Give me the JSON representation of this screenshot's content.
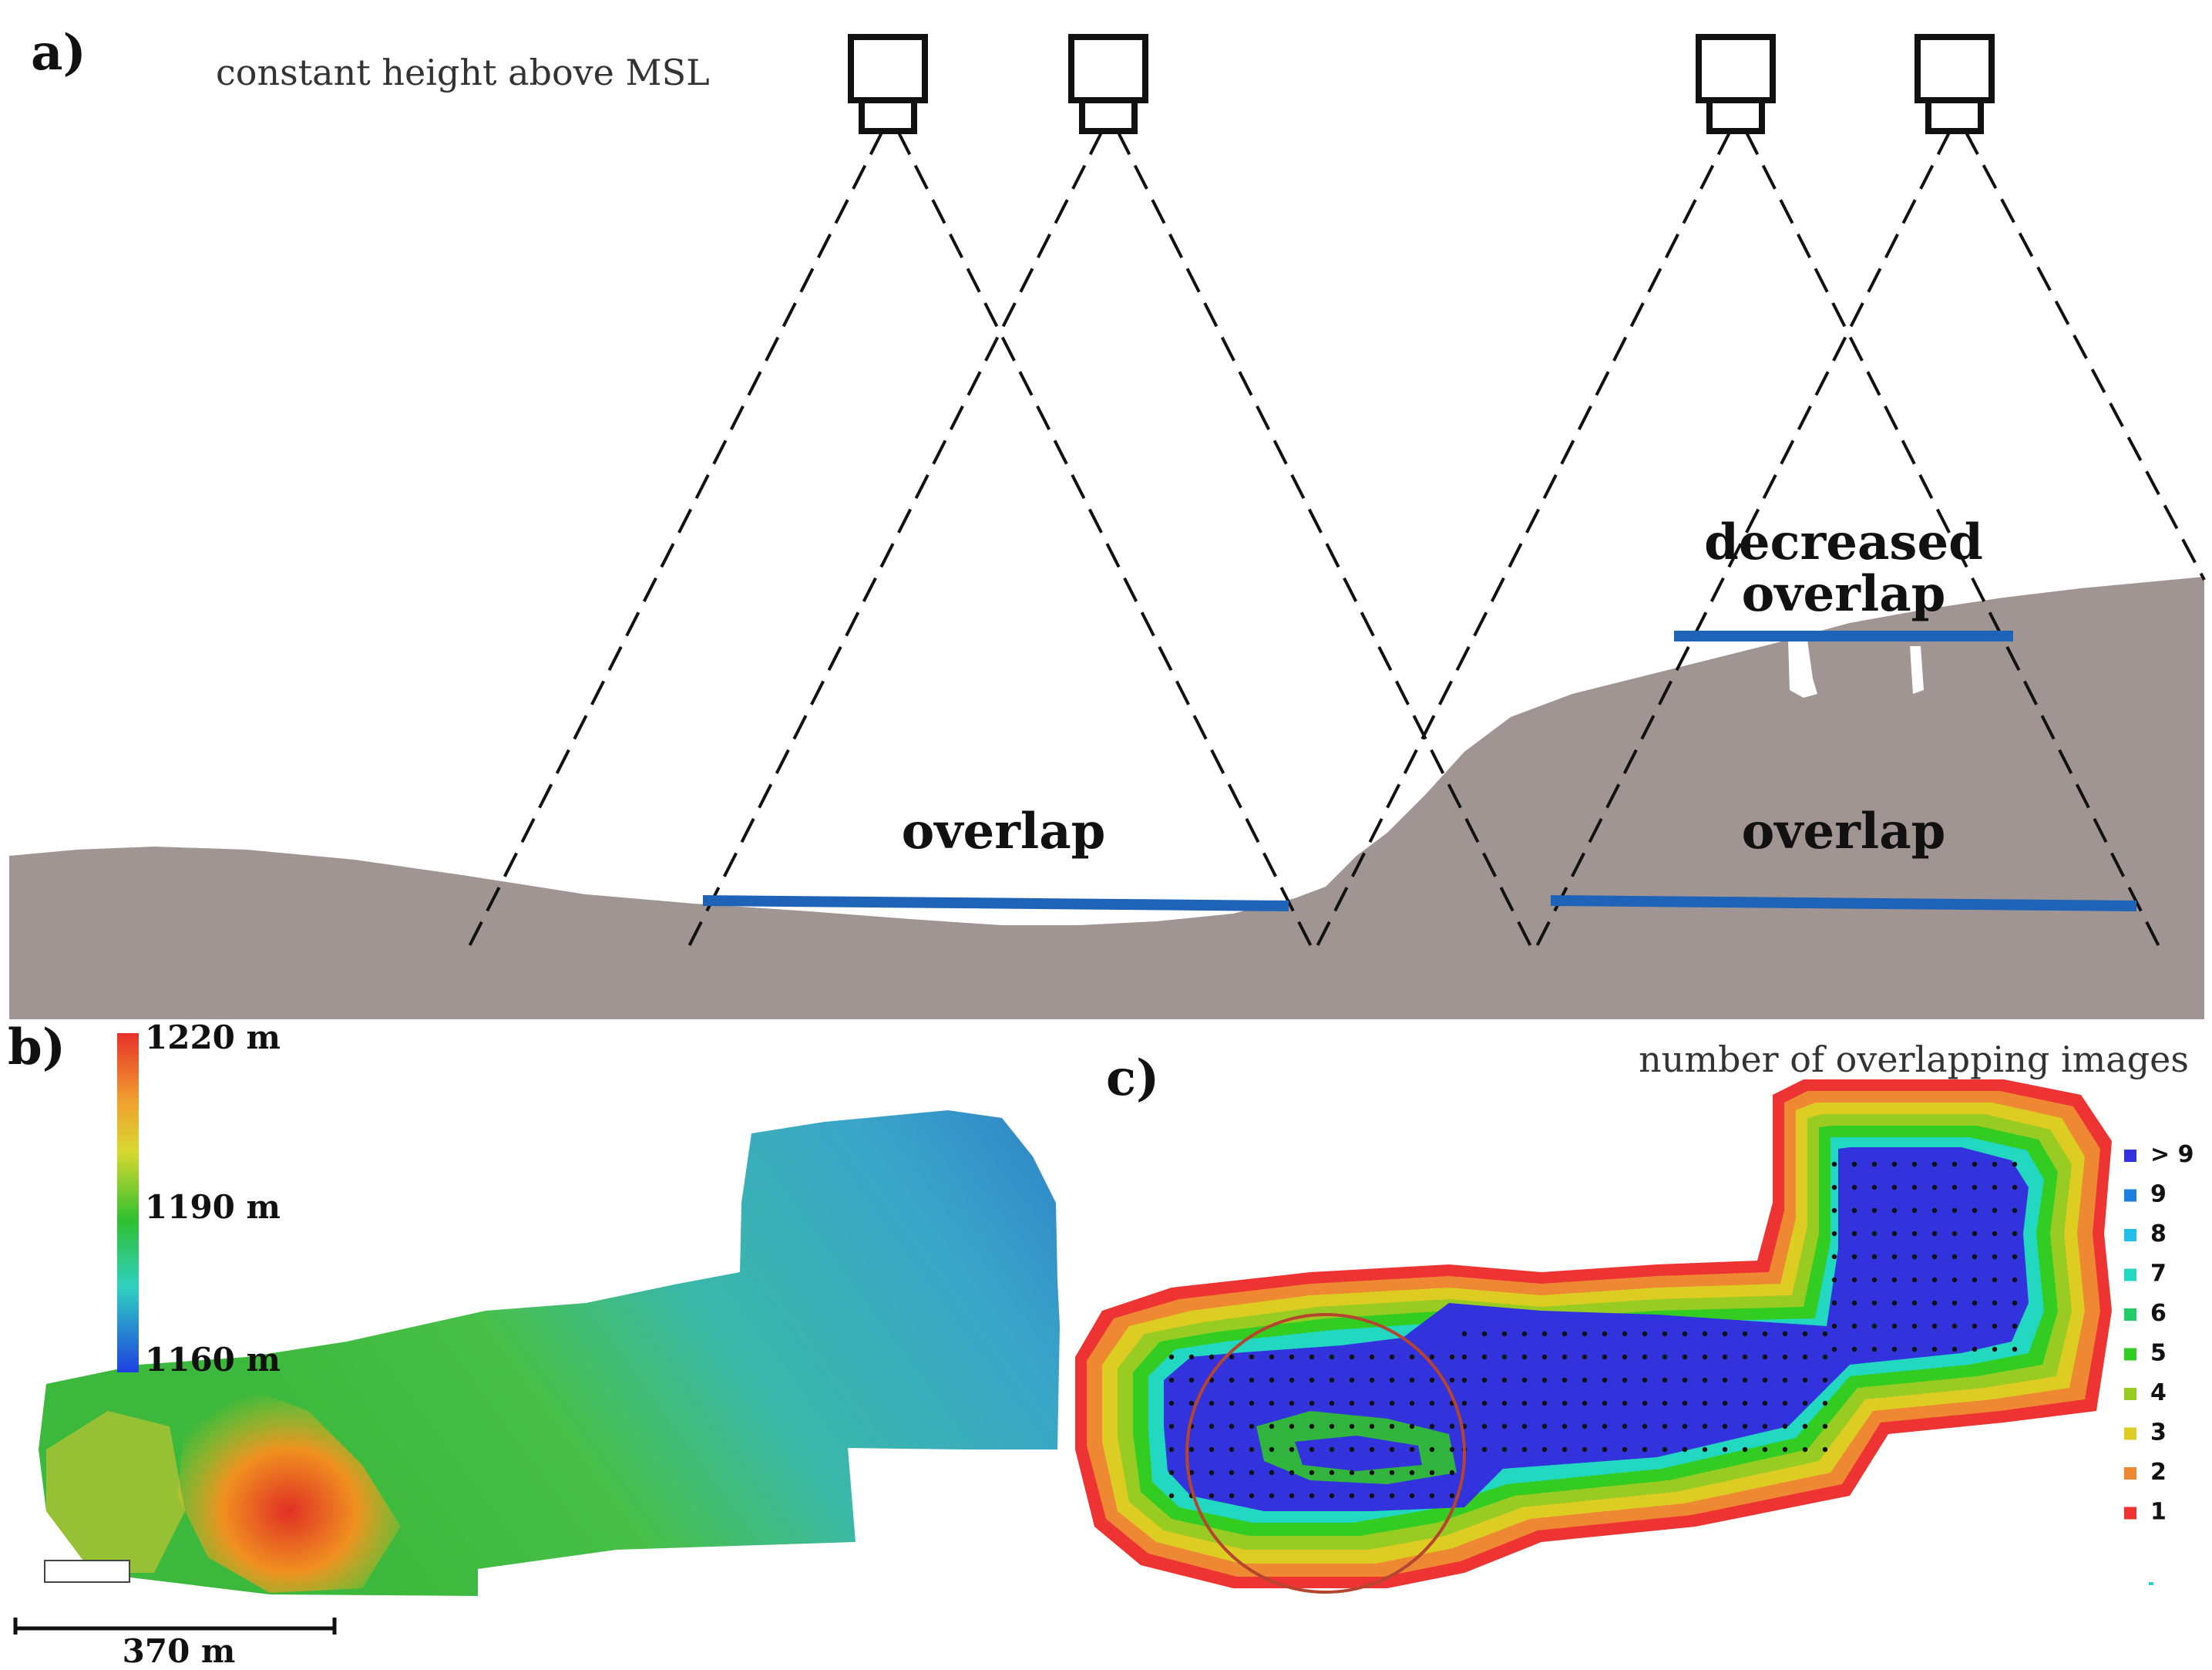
{
  "panel_a": {
    "label": "a)",
    "caption": "constant height above MSL",
    "overlap_left": "overlap",
    "overlap_right": "overlap",
    "decreased_line1": "decreased",
    "decreased_line2": "overlap",
    "terrain_color": "#a09593",
    "overlap_line_color": "#1f63b8"
  },
  "panel_b": {
    "label": "b)",
    "colorbar": {
      "max": "1220 m",
      "mid": "1190 m",
      "min": "1160 m"
    },
    "scalebar": "370 m"
  },
  "panel_c": {
    "label": "c)",
    "title": "number of overlapping images",
    "legend": [
      {
        "label": "> 9",
        "color": "#3333dd"
      },
      {
        "label": "9",
        "color": "#1f7fe0"
      },
      {
        "label": "8",
        "color": "#22bfe8"
      },
      {
        "label": "7",
        "color": "#22d8c0"
      },
      {
        "label": "6",
        "color": "#22cc66"
      },
      {
        "label": "5",
        "color": "#33cc22"
      },
      {
        "label": "4",
        "color": "#99cc22"
      },
      {
        "label": "3",
        "color": "#ddcc22"
      },
      {
        "label": "2",
        "color": "#ee8833"
      },
      {
        "label": "1",
        "color": "#ee3333"
      }
    ],
    "circle_color": "#b5452e"
  }
}
